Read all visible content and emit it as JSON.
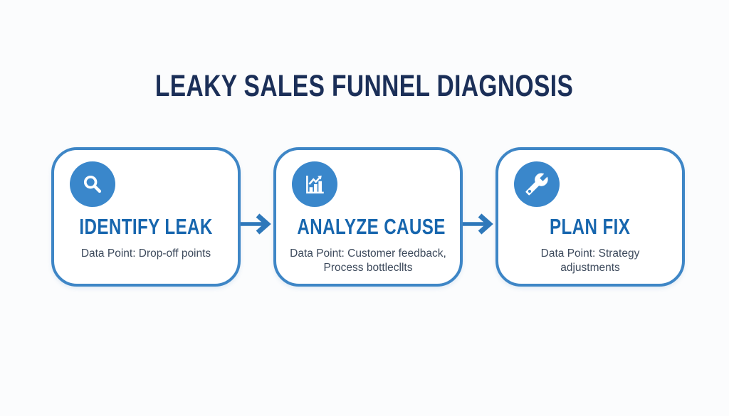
{
  "title": "LEAKY SALES FUNNEL DIAGNOSIS",
  "steps": [
    {
      "heading": "IDENTIFY LEAK",
      "detail": "Data Point: Drop-off points",
      "icon": "magnifier-icon"
    },
    {
      "heading": "ANALYZE CAUSE",
      "detail": "Data Point: Customer feedback, Process bottlecllts",
      "icon": "bar-chart-icon"
    },
    {
      "heading": "PLAN FIX",
      "detail": "Data Point: Strategy adjustments",
      "icon": "wrench-icon"
    }
  ],
  "connectors": [
    {
      "type": "arrow-right"
    },
    {
      "type": "arrow-right"
    }
  ],
  "colors": {
    "background": "#fbfcfd",
    "card_border": "#3e86c6",
    "icon_circle": "#3a87cb",
    "icon_glyph": "#ffffff",
    "title_text": "#1b2f58",
    "heading_text": "#1766ae",
    "detail_text": "#3d4a5c",
    "arrow": "#2e78ba"
  }
}
